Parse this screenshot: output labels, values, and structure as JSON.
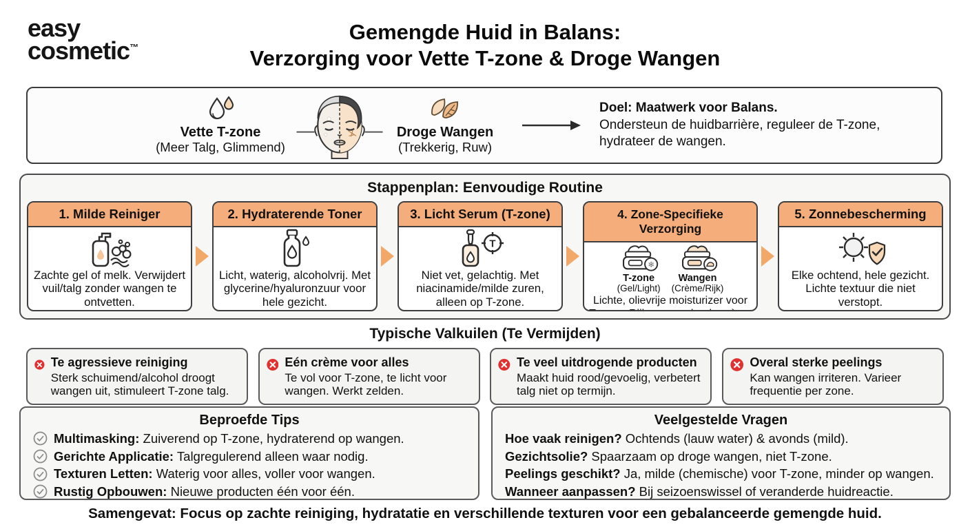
{
  "brand": {
    "line1": "easy",
    "line2": "cosmetic",
    "tm": "™"
  },
  "title": {
    "line1": "Gemengde Huid in Balans:",
    "line2": "Verzorging voor Vette T-zone & Droge Wangen"
  },
  "overview": {
    "oily": {
      "label": "Vette T-zone",
      "sub": "(Meer Talg, Glimmend)"
    },
    "dry": {
      "label": "Droge Wangen",
      "sub": "(Trekkerig, Ruw)"
    },
    "goal_title": "Doel: Maatwerk voor Balans.",
    "goal_line1": "Ondersteun de huidbarrière, reguleer de T-zone,",
    "goal_line2": "hydrateer de wangen."
  },
  "steps": {
    "title": "Stappenplan: Eenvoudige Routine",
    "items": [
      {
        "title": "1. Milde Reiniger",
        "icon": "cleanser-pump-icon",
        "text": "Zachte gel of melk. Verwijdert vuil/talg zonder wangen te ontvetten."
      },
      {
        "title": "2. Hydraterende Toner",
        "icon": "toner-bottle-icon",
        "text": "Licht, waterig, alcoholvrij. Met glycerine/hyaluronzuur voor hele gezicht."
      },
      {
        "title": "3. Licht Serum (T-zone)",
        "icon": "serum-dropper-icon",
        "text": "Niet vet, gelachtig. Met niacinamide/milde zuren, alleen op T-zone."
      },
      {
        "title": "4. Zone-Specifieke Verzorging",
        "icon": "cream-jars-icon",
        "jars": [
          {
            "label": "T-zone",
            "sub": "(Gel/Light)"
          },
          {
            "label": "Wangen",
            "sub": "(Crème/Rijk)"
          }
        ],
        "text": "Lichte, olievrije moisturizer voor T-zone. Rijkere, voedende crème voor wangen."
      },
      {
        "title": "5. Zonnebescherming",
        "icon": "sun-shield-icon",
        "text": "Elke ochtend, hele gezicht. Lichte textuur die niet verstopt."
      }
    ]
  },
  "pitfalls": {
    "title": "Typische Valkuilen (Te Vermijden)",
    "items": [
      {
        "title": "Te agressieve reiniging",
        "text": "Sterk schuimend/alcohol droogt wangen uit, stimuleert T-zone talg."
      },
      {
        "title": "Eén crème voor alles",
        "text": "Te vol voor T-zone, te licht voor wangen. Werkt zelden."
      },
      {
        "title": "Te veel uitdrogende producten",
        "text": "Maakt huid rood/gevoelig, verbetert talg niet op termijn."
      },
      {
        "title": "Overal sterke peelings",
        "text": "Kan wangen irriteren. Varieer frequentie per zone."
      }
    ]
  },
  "tips": {
    "title": "Beproefde Tips",
    "items": [
      {
        "label": "Multimasking:",
        "text": "Zuiverend op T-zone, hydraterend op wangen."
      },
      {
        "label": "Gerichte Applicatie:",
        "text": "Talgregulerend alleen waar nodig."
      },
      {
        "label": "Texturen Letten:",
        "text": "Waterig voor alles, voller voor wangen."
      },
      {
        "label": "Rustig Opbouwen:",
        "text": "Nieuwe producten één voor één."
      }
    ]
  },
  "faq": {
    "title": "Veelgestelde Vragen",
    "items": [
      {
        "q": "Hoe vaak reinigen?",
        "a": "Ochtends (lauw water) & avonds (mild)."
      },
      {
        "q": "Gezichtsolie?",
        "a": "Spaarzaam op droge wangen, niet T-zone."
      },
      {
        "q": "Peelings geschikt?",
        "a": "Ja, milde (chemische) voor T-zone, minder op wangen."
      },
      {
        "q": "Wanneer aanpassen?",
        "a": "Bij seizoenswissel of veranderde huidreactie."
      }
    ]
  },
  "footer": "Samengevat: Focus op zachte reiniging, hydratatie en verschillende texturen voor een gebalanceerde gemengde huid.",
  "colors": {
    "accent_orange": "#F5AE7B",
    "arrow_orange": "#F2A869",
    "icon_peach": "#F8DCC0",
    "error_red": "#E03131",
    "panel_gray": "#F7F7F6",
    "border_dark": "#3C3C3C"
  }
}
